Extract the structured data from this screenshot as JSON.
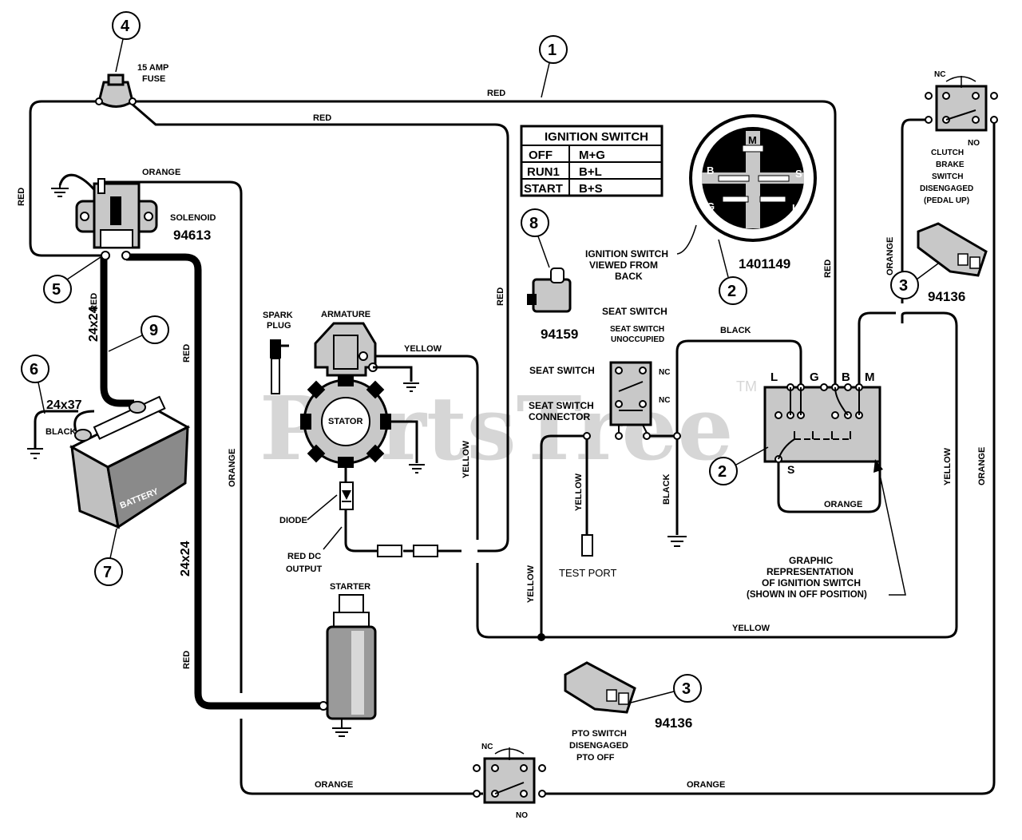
{
  "watermark": "PartsTree",
  "watermark_tm": "TM",
  "callouts": {
    "c1": "1",
    "c2a": "2",
    "c2b": "2",
    "c3a": "3",
    "c3b": "3",
    "c4": "4",
    "c5": "5",
    "c6": "6",
    "c7": "7",
    "c8": "8",
    "c9": "9"
  },
  "wire_colors": {
    "red": "RED",
    "orange": "ORANGE",
    "yellow": "YELLOW",
    "black": "BLACK"
  },
  "components": {
    "fuse": "15 AMP\nFUSE",
    "fuse_l1": "15 AMP",
    "fuse_l2": "FUSE",
    "solenoid": "SOLENOID",
    "solenoid_part": "94613",
    "battery": "BATTERY",
    "cable_9": "24x24",
    "cable_6": "24x37",
    "cable_starter": "24x24",
    "spark_plug_1": "SPARK",
    "spark_plug_2": "PLUG",
    "armature": "ARMATURE",
    "stator": "STATOR",
    "diode": "DIODE",
    "red_dc_1": "RED DC",
    "red_dc_2": "OUTPUT",
    "starter": "STARTER",
    "part_8": "94159",
    "seat_switch_title": "SEAT SWITCH",
    "seat_unocc_1": "SEAT SWITCH",
    "seat_unocc_2": "UNOCCUPIED",
    "seat_switch": "SEAT SWITCH",
    "seat_conn_1": "SEAT SWITCH",
    "seat_conn_2": "CONNECTOR",
    "nc": "NC",
    "no": "NO",
    "test_port": "TEST PORT",
    "ign_view_1": "IGNITION SWITCH",
    "ign_view_2": "VIEWED FROM",
    "ign_view_3": "BACK",
    "ign_part": "1401149",
    "graphic_1": "GRAPHIC",
    "graphic_2": "REPRESENTATION",
    "graphic_3": "OF IGNITION SWITCH",
    "graphic_4": "(SHOWN IN OFF POSITION)",
    "clutch_1": "CLUTCH",
    "clutch_2": "BRAKE",
    "clutch_3": "SWITCH",
    "clutch_4": "DISENGAGED",
    "clutch_5": "(PEDAL UP)",
    "clutch_part": "94136",
    "pto_1": "PTO SWITCH",
    "pto_2": "DISENGAGED",
    "pto_3": "PTO OFF",
    "pto_part": "94136"
  },
  "terminals": {
    "L": "L",
    "G": "G",
    "B": "B",
    "M": "M",
    "S": "S"
  },
  "ignition_table": {
    "title": "IGNITION SWITCH",
    "rows": [
      {
        "pos": "OFF",
        "conn": "M+G"
      },
      {
        "pos": "RUN1",
        "conn": "B+L"
      },
      {
        "pos": "START",
        "conn": "B+S"
      }
    ]
  }
}
